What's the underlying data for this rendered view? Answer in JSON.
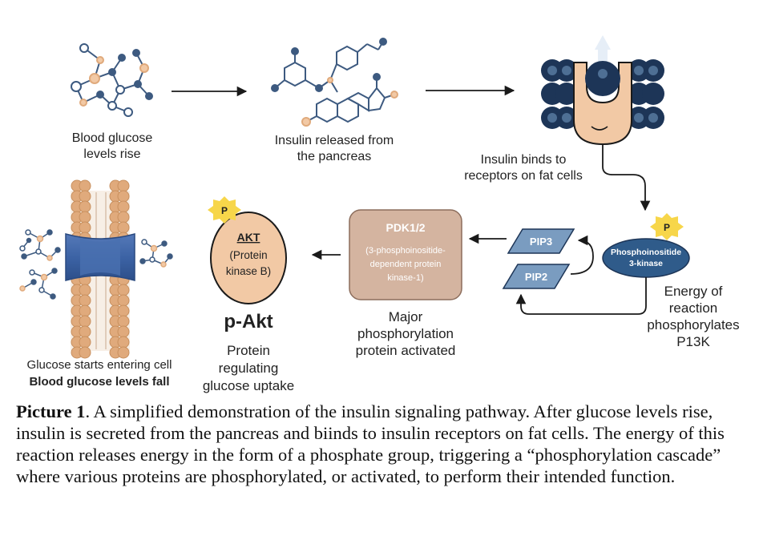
{
  "steps": {
    "glucose_rise": "Blood glucose levels rise",
    "insulin_release": "Insulin released from the pancreas",
    "receptor_bind": "Insulin binds to receptors on fat cells",
    "energy_line1": "Energy of",
    "energy_line2": "reaction",
    "energy_line3": "phosphorylates",
    "energy_line4": "P13K",
    "major_line1": "Major",
    "major_line2": "phosphorylation",
    "major_line3": "protein activated",
    "glucose_enter": "Glucose starts entering cell",
    "glucose_fall": "Blood glucose levels fall"
  },
  "phosphate_label": "P",
  "pi3k": {
    "line1": "Phosphoinositide",
    "line2": "3-kinase"
  },
  "pip3": "PIP3",
  "pip2": "PIP2",
  "pdk": {
    "title": "PDK1/2",
    "line1": "(3-phosphoinositide-",
    "line2": "dependent protein",
    "line3": "kinase-1)"
  },
  "akt": {
    "title": "AKT",
    "line1": "(Protein",
    "line2": "kinase B)"
  },
  "pakt": {
    "title": "p-Akt",
    "line1": "Protein",
    "line2": "regulating",
    "line3": "glucose uptake"
  },
  "caption": {
    "label": "Picture 1",
    "text": ". A simplified demonstration of the insulin signaling pathway. After glucose levels rise, insulin is secreted from the pancreas and biinds to insulin receptors on fat cells. The energy of this reaction releases energy in the form of a phosphate group, triggering a “phosphorylation cascade” where various proteins are phosphorylated, or activated, to perform their intended function."
  },
  "colors": {
    "navy": "#1d3557",
    "molecule_line": "#3d5a80",
    "tan": "#f2c9a5",
    "pdk_fill": "#d4b4a0",
    "pip_fill": "#7a9cc0",
    "pi3k_fill": "#2f5b8a",
    "phosphate": "#f7d64a",
    "channel": "#3f67a8",
    "bead": "#e0aa7c"
  }
}
